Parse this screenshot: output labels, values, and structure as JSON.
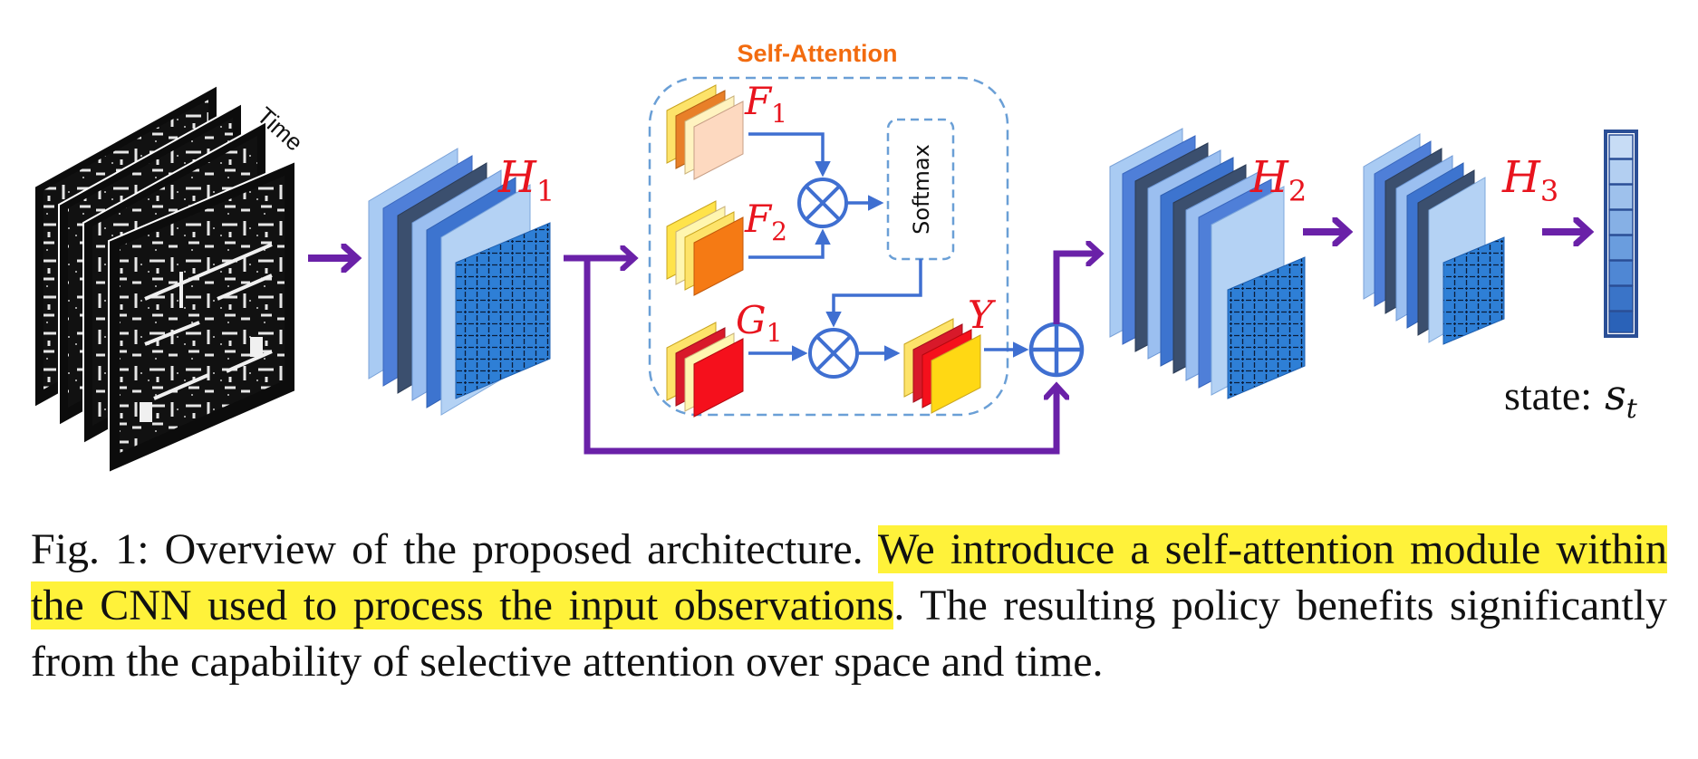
{
  "diagram": {
    "time_label": "Time",
    "self_attention_title": "Self-Attention",
    "softmax_label": "Softmax",
    "labels": {
      "H1": {
        "base": "H",
        "sub": "1"
      },
      "H2": {
        "base": "H",
        "sub": "2"
      },
      "H3": {
        "base": "H",
        "sub": "3"
      },
      "F1": {
        "base": "F",
        "sub": "1"
      },
      "F2": {
        "base": "F",
        "sub": "2"
      },
      "G1": {
        "base": "G",
        "sub": "1"
      },
      "Y": "Y"
    },
    "state_label": "state:",
    "state_symbol": {
      "base": "s",
      "sub": "t"
    },
    "colors": {
      "arrow_purple": "#6a21a8",
      "flow_blue": "#3f6fd1",
      "label_red": "#e8141e",
      "attention_orange": "#f26b0f",
      "dashed_blue": "#6a9fd6"
    }
  },
  "caption": {
    "prefix": "Fig. 1: Overview of the proposed architecture. ",
    "highlight": "We introduce a self-attention module within the CNN used to process the input observations",
    "suffix": ". The resulting policy benefits significantly from the capability of selective attention over space and time."
  }
}
